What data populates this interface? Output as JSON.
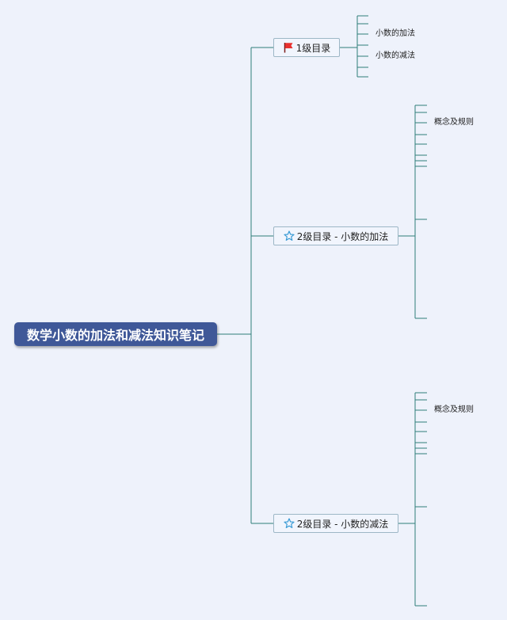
{
  "root": {
    "title": "数学小数的加法和减法知识笔记"
  },
  "topics": [
    {
      "label": "1级目录",
      "icon": "red-flag-icon"
    },
    {
      "label": "2级目录 - 小数的加法",
      "icon": "star-outline-icon"
    },
    {
      "label": "2级目录 - 小数的减法",
      "icon": "star-outline-icon"
    }
  ],
  "leaves": {
    "topic1": [
      "小数的加法",
      "小数的减法"
    ],
    "topic2": [
      "概念及规则"
    ],
    "topic3": [
      "概念及规则"
    ]
  },
  "colors": {
    "background": "#eef2fb",
    "root_fill": "#3f5898",
    "connector": "#2f7d7a",
    "topic_border": "#9db7c6",
    "flag": "#e8312f",
    "star": "#3a9bd5"
  }
}
